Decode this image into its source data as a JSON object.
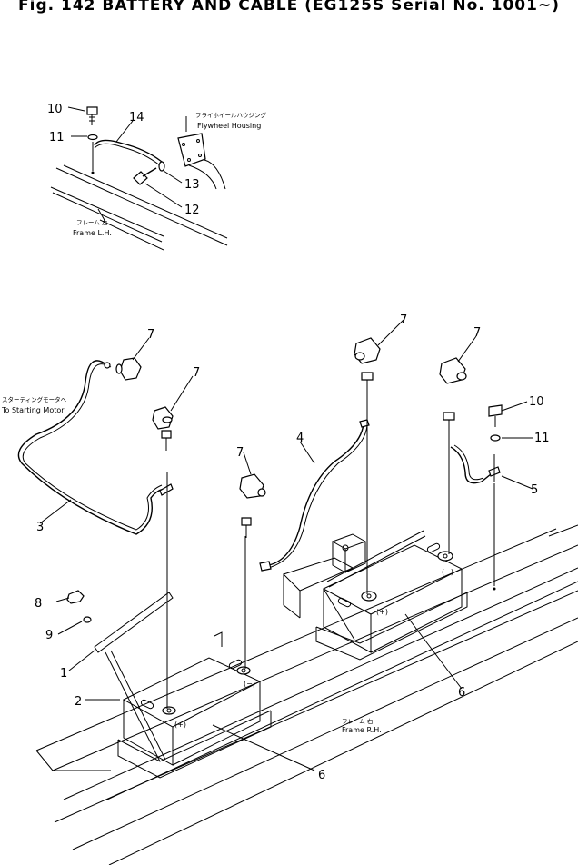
{
  "title": "Fig. 142   BATTERY AND CABLE   (EG125S Serial No. 1001~)",
  "labels": {
    "flywheel_jp": "フライホイールハウジング",
    "flywheel_en": "Flywheel Housing",
    "frame_lh_jp": "フレーム 左",
    "frame_lh_en": "Frame L.H.",
    "frame_rh_jp": "フレーム 右",
    "frame_rh_en": "Frame R.H.",
    "starting_jp": "スターティングモータへ",
    "starting_en": "To Starting Motor",
    "plus": "(+)",
    "minus": "(−)"
  },
  "callouts": {
    "c10a": "10",
    "c11a": "11",
    "c14": "14",
    "c13": "13",
    "c12": "12",
    "c7a": "7",
    "c7b": "7",
    "c7c": "7",
    "c7d": "7",
    "c7e": "7",
    "c3": "3",
    "c4": "4",
    "c10b": "10",
    "c11b": "11",
    "c5": "5",
    "c8": "8",
    "c9": "9",
    "c1": "1",
    "c2": "2",
    "c6a": "6",
    "c6b": "6"
  }
}
